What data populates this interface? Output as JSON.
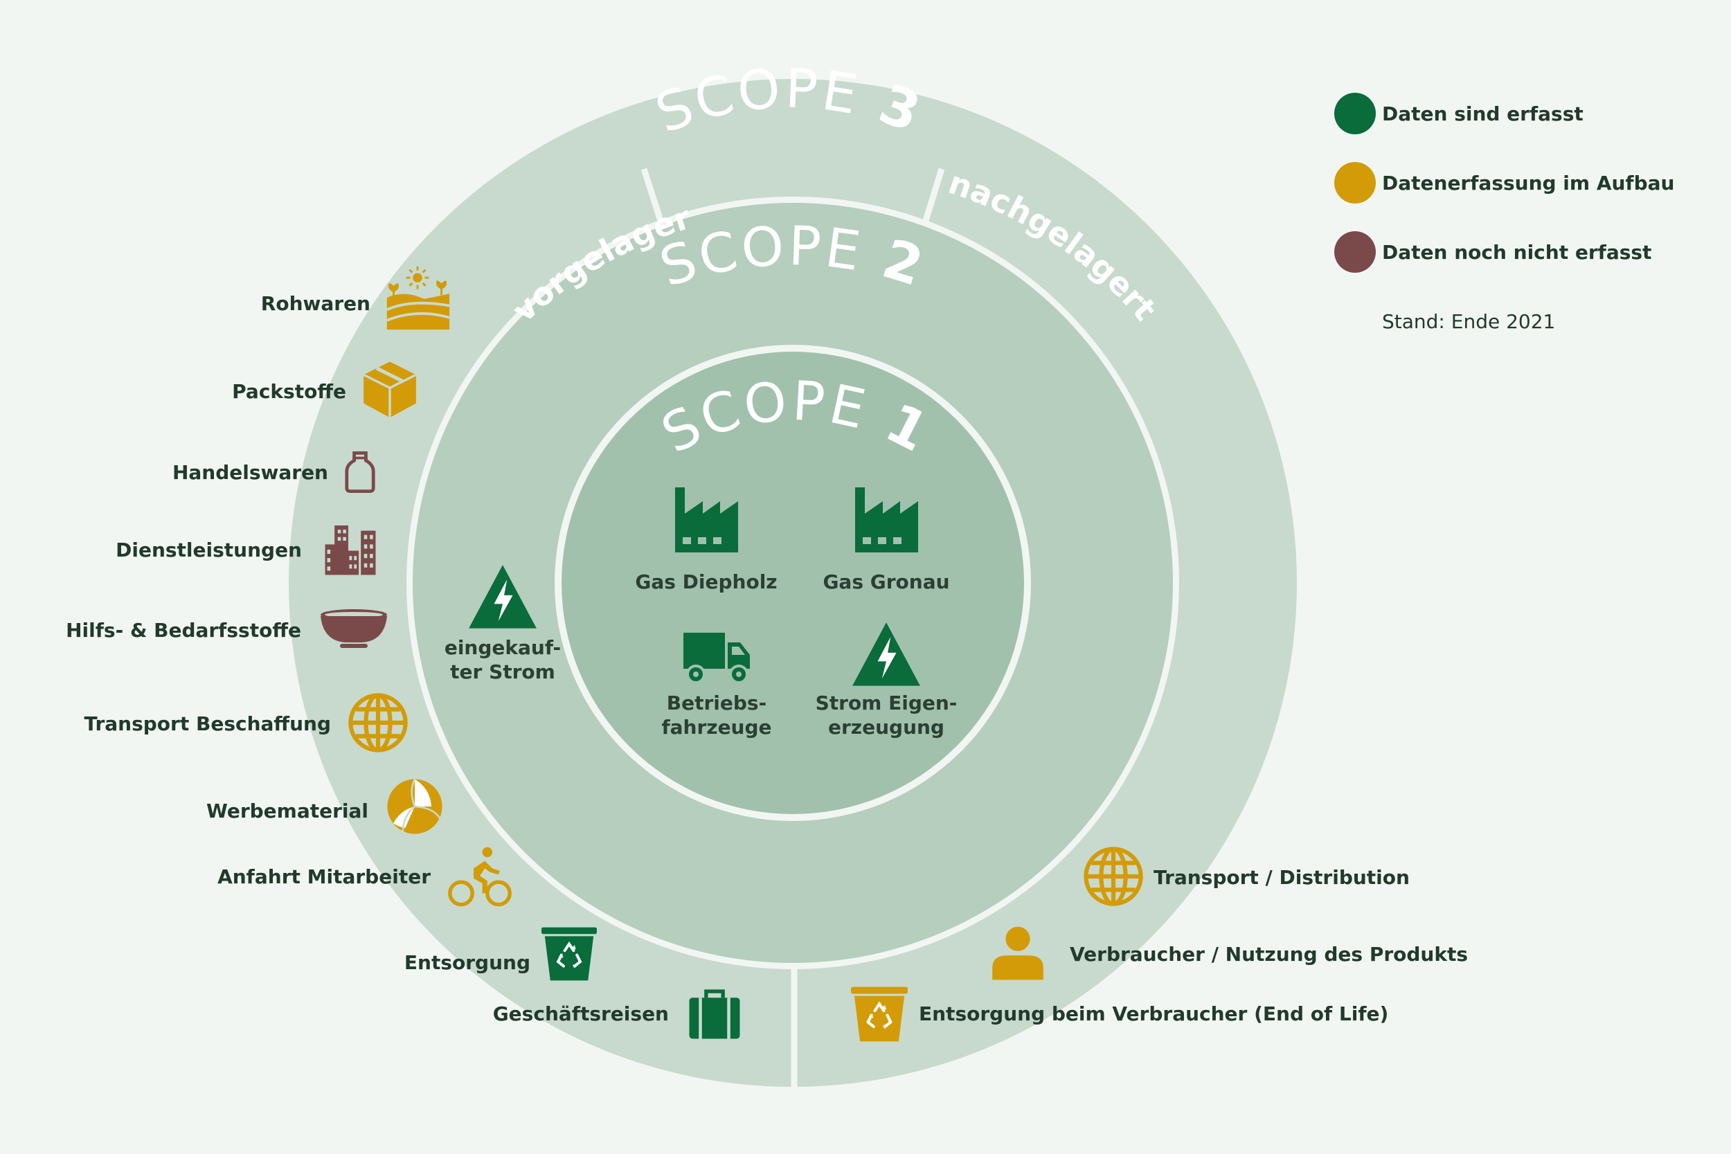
{
  "colors": {
    "background": "#f2f6f2",
    "ring_outer": "#c7dacd",
    "ring_middle": "#b5cebd",
    "ring_inner": "#a1c1ad",
    "divider": "#f2f6f2",
    "captured": "#0a6b3b",
    "in_progress": "#d39b07",
    "not_captured": "#7a4a4a",
    "text": "#213a2b"
  },
  "scopes": {
    "scope3": {
      "word": "SCOPE",
      "number": "3"
    },
    "scope2": {
      "word": "SCOPE",
      "number": "2"
    },
    "scope1": {
      "word": "SCOPE",
      "number": "1"
    }
  },
  "arcs": {
    "upstream": "vorgelagert",
    "downstream": "nachgelagert"
  },
  "legend": {
    "items": [
      {
        "label": "Daten sind erfasst",
        "status": "captured"
      },
      {
        "label": "Datenerfassung im Aufbau",
        "status": "in_progress"
      },
      {
        "label": "Daten noch nicht erfasst",
        "status": "not_captured"
      }
    ],
    "stand": "Stand: Ende 2021"
  },
  "scope1_items": [
    {
      "label": "Gas Diepholz",
      "icon": "factory-icon",
      "status": "captured"
    },
    {
      "label": "Gas Gronau",
      "icon": "factory-icon",
      "status": "captured"
    },
    {
      "line1": "Betriebs-",
      "line2": "fahrzeuge",
      "icon": "truck-icon",
      "status": "captured"
    },
    {
      "line1": "Strom Eigen-",
      "line2": "erzeugung",
      "icon": "electricity-warning-icon",
      "status": "captured"
    }
  ],
  "scope2_items": [
    {
      "line1": "eingekauf-",
      "line2": "ter Strom",
      "icon": "electricity-warning-icon",
      "status": "captured"
    }
  ],
  "upstream_items": [
    {
      "label": "Rohwaren",
      "icon": "farm-field-icon",
      "status": "in_progress"
    },
    {
      "label": "Packstoffe",
      "icon": "box-icon",
      "status": "in_progress"
    },
    {
      "label": "Handelswaren",
      "icon": "bottle-icon",
      "status": "not_captured"
    },
    {
      "label": "Dienstleistungen",
      "icon": "buildings-icon",
      "status": "not_captured"
    },
    {
      "label": "Hilfs- & Bedarfsstoffe",
      "icon": "bowl-icon",
      "status": "not_captured"
    },
    {
      "label": "Transport Beschaffung",
      "icon": "globe-icon",
      "status": "in_progress"
    },
    {
      "label": "Werbematerial",
      "icon": "beach-ball-icon",
      "status": "in_progress"
    },
    {
      "label": "Anfahrt Mitarbeiter",
      "icon": "bicycle-icon",
      "status": "in_progress"
    },
    {
      "label": "Entsorgung",
      "icon": "recycling-bin-icon",
      "status": "captured"
    },
    {
      "label": "Geschäftsreisen",
      "icon": "suitcase-icon",
      "status": "captured"
    }
  ],
  "downstream_items": [
    {
      "label": "Transport / Distribution",
      "icon": "globe-icon",
      "status": "in_progress"
    },
    {
      "label": "Verbraucher / Nutzung des Produkts",
      "icon": "person-icon",
      "status": "in_progress"
    },
    {
      "label": "Entsorgung beim Verbraucher (End of Life)",
      "icon": "recycling-bin-icon",
      "status": "in_progress"
    }
  ]
}
